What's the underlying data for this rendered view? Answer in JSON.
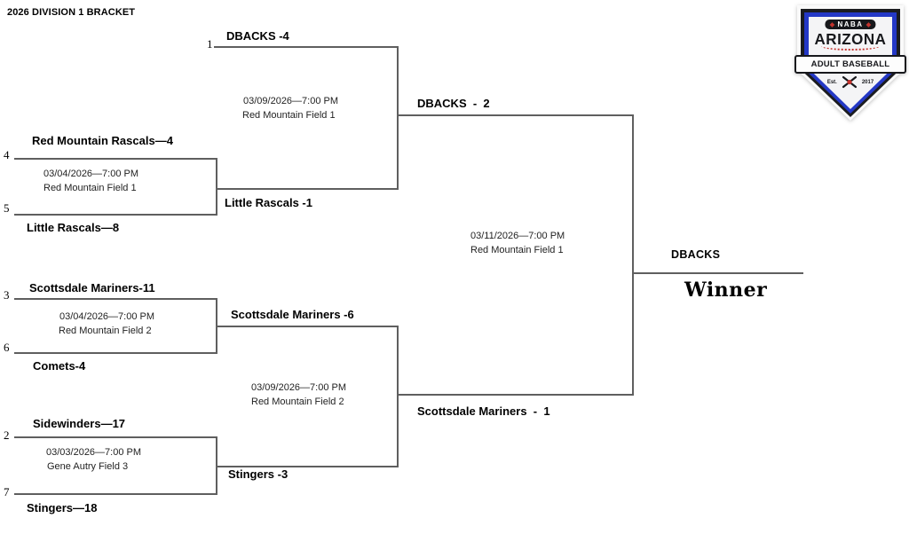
{
  "title": "2026 DIVISION 1 BRACKET",
  "colors": {
    "line": "#5f5f5f",
    "text": "#000000",
    "logo_blue": "#2438c6",
    "logo_red": "#c4332e",
    "logo_black": "#17181c"
  },
  "logo": {
    "org": "NABA",
    "region": "ARIZONA",
    "banner": "ADULT BASEBALL",
    "est_label": "Est.",
    "est_year": "2017"
  },
  "bracket": {
    "round1": [
      {
        "seed_top": "4",
        "team_top": "Red Mountain Rascals—4",
        "seed_bottom": "5",
        "team_bottom": "Little Rascals—8",
        "date": "03/04/2026—7:00 PM",
        "venue": "Red Mountain Field 1",
        "winner": "Little Rascals -1"
      },
      {
        "seed_top": "3",
        "team_top": "Scottsdale Mariners-11",
        "seed_bottom": "6",
        "team_bottom": "Comets-4",
        "date": "03/04/2026—7:00 PM",
        "venue": "Red Mountain Field 2",
        "winner": "Scottsdale Mariners -6"
      },
      {
        "seed_top": "2",
        "team_top": "Sidewinders—17",
        "seed_bottom": "7",
        "team_bottom": "Stingers—18",
        "date": "03/03/2026—7:00 PM",
        "venue": "Gene Autry Field 3",
        "winner": "Stingers -3"
      }
    ],
    "semifinals": [
      {
        "seed_top": "1",
        "team_top": "DBACKS -4",
        "date": "03/09/2026—7:00 PM",
        "venue": "Red Mountain Field 1",
        "winner": "DBACKS  -  2"
      },
      {
        "date": "03/09/2026—7:00 PM",
        "venue": "Red Mountain Field 2",
        "winner": "Scottsdale Mariners  -  1"
      }
    ],
    "final": {
      "date": "03/11/2026—7:00 PM",
      "venue": "Red Mountain Field 1",
      "champion": "DBACKS",
      "winner_label": "Winner"
    }
  }
}
